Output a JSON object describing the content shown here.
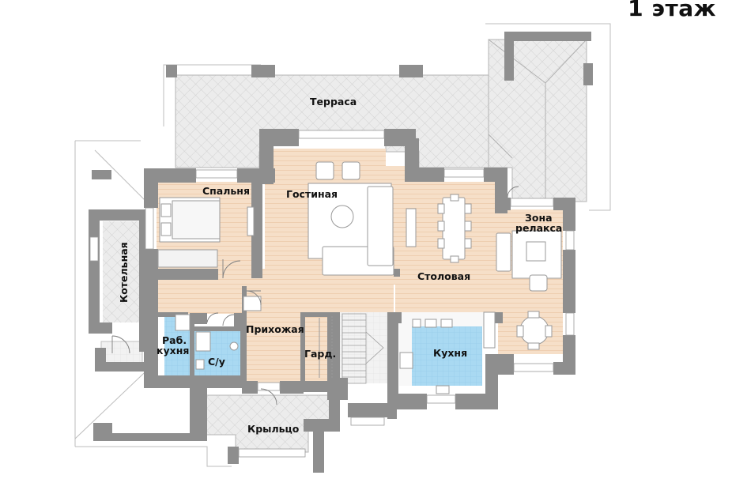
{
  "title": "1 этаж",
  "rooms": {
    "terrace": "Терраса",
    "bedroom": "Спальня",
    "living": "Гостиная",
    "relax_line1": "Зона",
    "relax_line2": "релакса",
    "boiler": "Котельная",
    "dining": "Столовая",
    "hallway": "Прихожая",
    "utility_line1": "Раб.",
    "utility_line2": "кухня",
    "bathroom": "С/у",
    "wardrobe": "Гард.",
    "kitchen": "Кухня",
    "porch": "Крыльцо"
  },
  "colors": {
    "wall": "#8e8e8e",
    "wood": "#f5dcc4",
    "tile_blue": "#a9d9f2",
    "terrace_grid": "#e3e3e3",
    "furniture_stroke": "#9a9a9a"
  }
}
